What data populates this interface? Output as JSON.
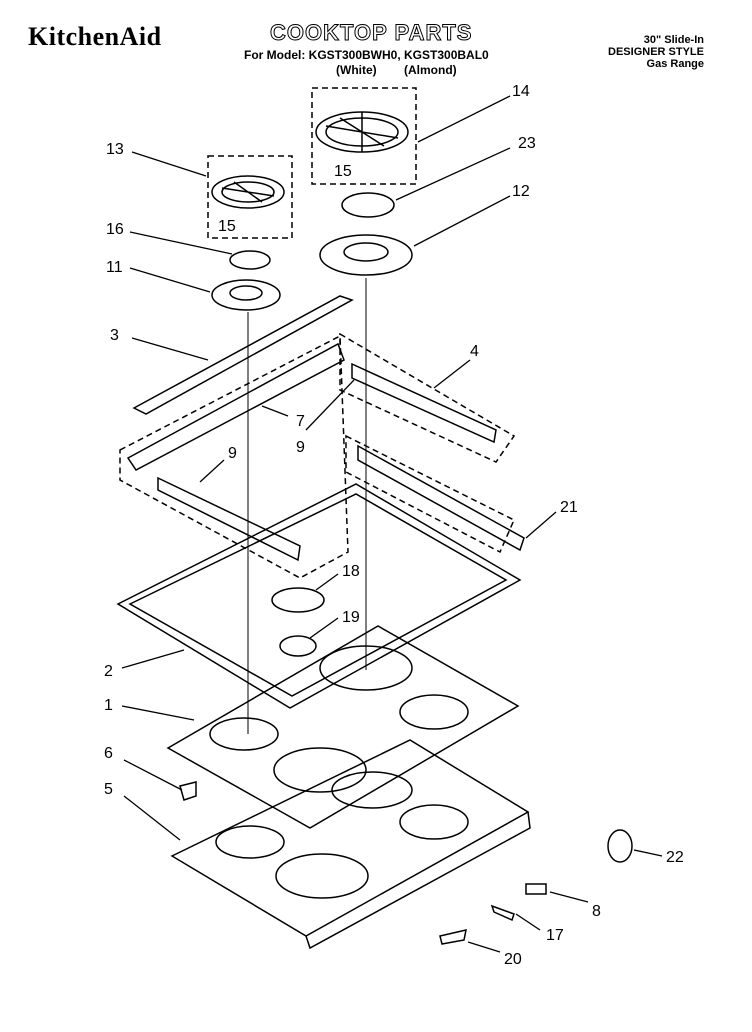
{
  "header": {
    "brand": "KitchenAid",
    "title": "COOKTOP PARTS",
    "model_line": "For Model: KGST300BWH0, KGST300BAL0",
    "model_white": "(White)",
    "model_almond": "(Almond)",
    "right_line1": "30\" Slide-In",
    "right_line2": "DESIGNER STYLE",
    "right_line3": "Gas Range"
  },
  "callouts": [
    "14",
    "23",
    "12",
    "13",
    "15",
    "15",
    "16",
    "11",
    "3",
    "4",
    "7",
    "9",
    "9",
    "21",
    "18",
    "19",
    "2",
    "1",
    "6",
    "5",
    "22",
    "8",
    "17",
    "20"
  ]
}
